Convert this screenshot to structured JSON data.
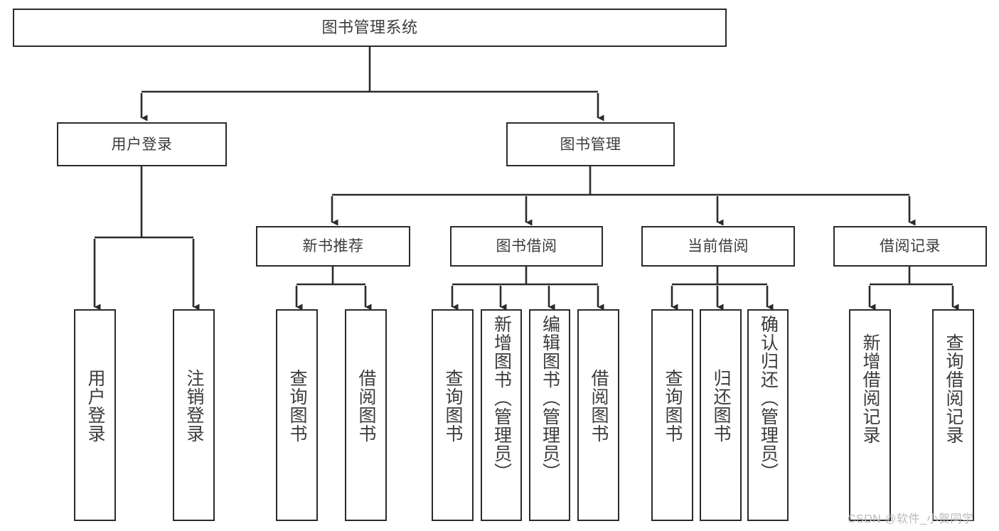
{
  "diagram": {
    "title": "图书管理系统",
    "type": "hierarchy-tree",
    "levels": 4,
    "root": {
      "label": "图书管理系统"
    },
    "level2": [
      {
        "label": "用户登录"
      },
      {
        "label": "图书管理"
      }
    ],
    "level3": [
      {
        "label": "新书推荐"
      },
      {
        "label": "图书借阅"
      },
      {
        "label": "当前借阅"
      },
      {
        "label": "借阅记录"
      }
    ],
    "leaves": {
      "user_login": [
        {
          "label": "用户登录"
        },
        {
          "label": "注销登录"
        }
      ],
      "new_book_recommend": [
        {
          "label": "查询图书"
        },
        {
          "label": "借阅图书"
        }
      ],
      "book_borrow": [
        {
          "label": "查询图书"
        },
        {
          "label": "新增图书（管理员）"
        },
        {
          "label": "编辑图书（管理员）"
        },
        {
          "label": "借阅图书"
        }
      ],
      "current_borrow": [
        {
          "label": "查询图书"
        },
        {
          "label": "归还图书"
        },
        {
          "label": "确认归还（管理员）"
        }
      ],
      "borrow_record": [
        {
          "label": "新增借阅记录"
        },
        {
          "label": "查询借阅记录"
        }
      ]
    }
  },
  "watermark": {
    "text": "CSDN @软件_小贺同学"
  },
  "colors": {
    "stroke": "#2b2b2b",
    "text": "#3c3c3c",
    "background": "#ffffff",
    "watermark": "#b9b9b9"
  }
}
